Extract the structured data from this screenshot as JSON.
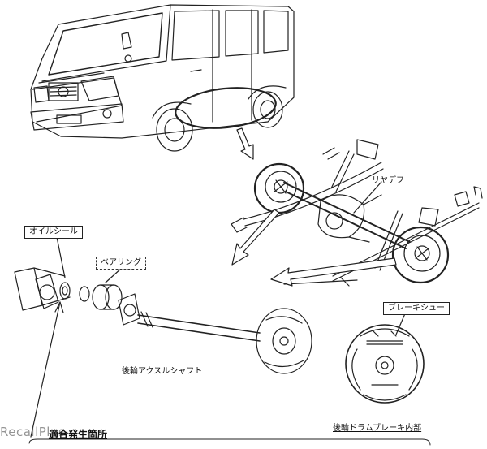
{
  "labels": {
    "rear_diff": "リヤデフ",
    "oil_seal": "オイルシール",
    "bearing": "ベアリング",
    "brake_shoe": "ブレーキシュー",
    "rear_axle_shaft": "後輪アクスルシャフト",
    "rear_drum_brake_internal": "後輪ドラムブレーキ内部"
  },
  "footer": {
    "title": "適合発生箇所"
  },
  "watermark": "RecallPlus",
  "colors": {
    "line": "#222222",
    "background": "#ffffff"
  }
}
